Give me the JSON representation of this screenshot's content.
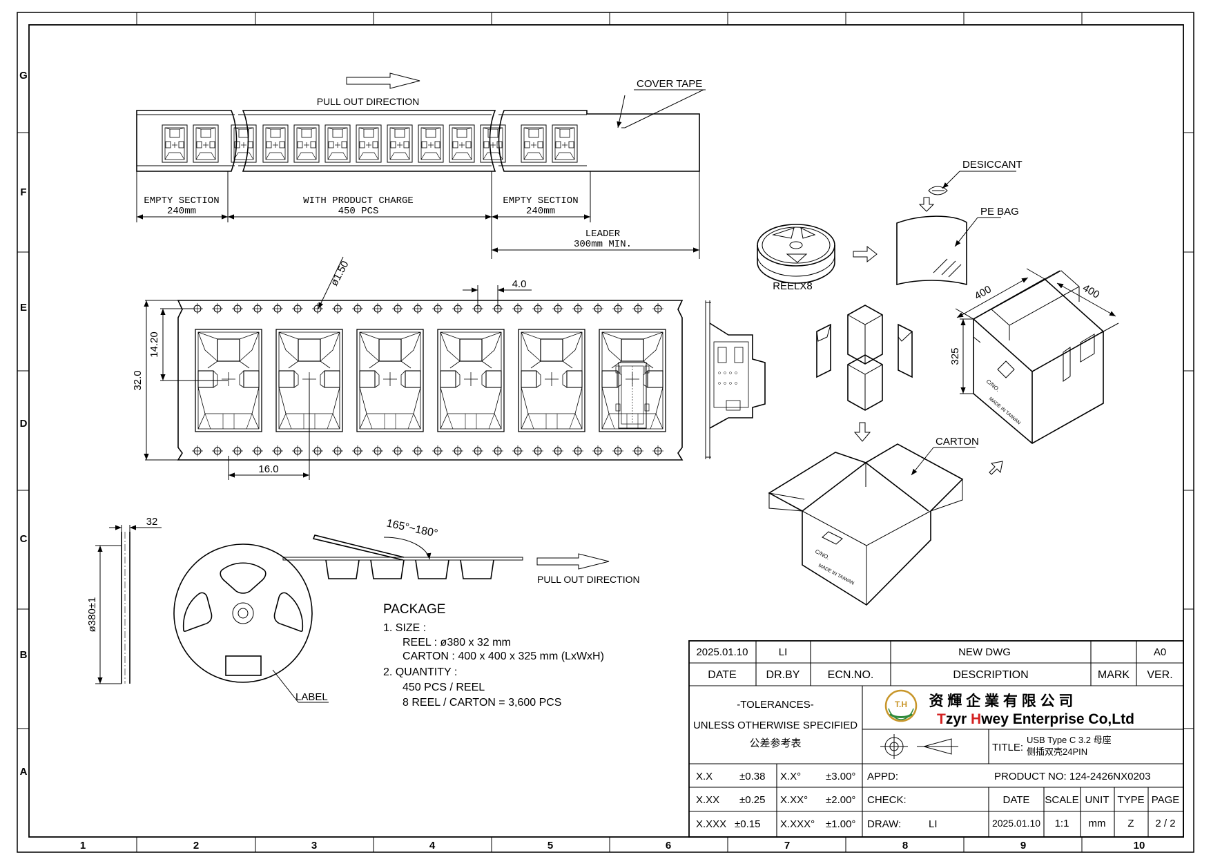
{
  "frame": {
    "rows": [
      "G",
      "F",
      "E",
      "D",
      "C",
      "B",
      "A"
    ],
    "cols": [
      "1",
      "2",
      "3",
      "4",
      "5",
      "6",
      "7",
      "8",
      "9",
      "10"
    ]
  },
  "tape_section": {
    "direction_label": "PULL OUT DIRECTION",
    "cover_tape": "COVER TAPE",
    "empty_section_label": "EMPTY  SECTION",
    "empty_left_len": "240mm",
    "empty_right_len": "240mm",
    "product_label": "WITH  PRODUCT  CHARGE",
    "product_qty": "450  PCS",
    "leader_label": "LEADER",
    "leader_len": "300mm  MIN."
  },
  "tape_detail": {
    "hole_dia": "ø1.50",
    "pitch_small": "4.0",
    "center_dist": "14.20",
    "width": "32.0",
    "pitch": "16.0"
  },
  "reel": {
    "thickness": "32",
    "diameter": "ø380±1",
    "angle": "165°~180°",
    "label": "LABEL",
    "direction_label": "PULL OUT DIRECTION"
  },
  "packing": {
    "reel_x8": "REELX8",
    "desiccant": "DESICCANT",
    "pe_bag": "PE  BAG",
    "carton": "CARTON",
    "dim_w": "400",
    "dim_l": "400",
    "dim_h": "325",
    "carton_mark_1": "C/NO.",
    "carton_mark_2": "MADE IN TAIWAN"
  },
  "package_spec": {
    "title": "PACKAGE",
    "line1": "1.  SIZE  :",
    "line2": "REEL  :  ø380  x  32  mm",
    "line3": "CARTON  :  400  x  400  x  325  mm  (LxWxH)",
    "line4": "2.  QUANTITY  :",
    "line5": "450  PCS  /  REEL",
    "line6": "8  REEL  /  CARTON  =  3,600  PCS"
  },
  "title_block": {
    "rev_date": "2025.01.10",
    "rev_by": "LI",
    "rev_desc": "NEW DWG",
    "rev_ver": "A0",
    "h_date": "DATE",
    "h_drby": "DR.BY",
    "h_ecn": "ECN.NO.",
    "h_desc": "DESCRIPTION",
    "h_mark": "MARK",
    "h_ver": "VER.",
    "tol1": "-TOLERANCES-",
    "tol2": "UNLESS OTHERWISE SPECIFIED",
    "tol3": "公差参考表",
    "company_cn": "资 輝 企 業 有 限 公 司",
    "company_en_1": "T",
    "company_en_2": "zyr ",
    "company_en_3": "H",
    "company_en_4": "wey Enterprise Co,Ltd",
    "logo_text": "T.H",
    "title_label": "TITLE:",
    "title_line1": "USB Type C 3.2 母座",
    "title_line2": "侧插双壳24PIN",
    "t1a": "X.X",
    "t1b": "±0.38",
    "t1c": "X.X°",
    "t1d": "±3.00°",
    "t2a": "X.XX",
    "t2b": "±0.25",
    "t2c": "X.XX°",
    "t2d": "±2.00°",
    "t3a": "X.XXX",
    "t3b": "±0.15",
    "t3c": "X.XXX°",
    "t3d": "±1.00°",
    "appd": "APPD:",
    "check": "CHECK:",
    "draw": "DRAW:",
    "draw_by": "LI",
    "product_no": "PRODUCT NO: 124-2426NX0203",
    "h2_date": "DATE",
    "h2_scale": "SCALE",
    "h2_unit": "UNIT",
    "h2_type": "TYPE",
    "h2_page": "PAGE",
    "v_date": "2025.01.10",
    "v_scale": "1:1",
    "v_unit": "mm",
    "v_type": "Z",
    "v_page": "2 / 2"
  }
}
